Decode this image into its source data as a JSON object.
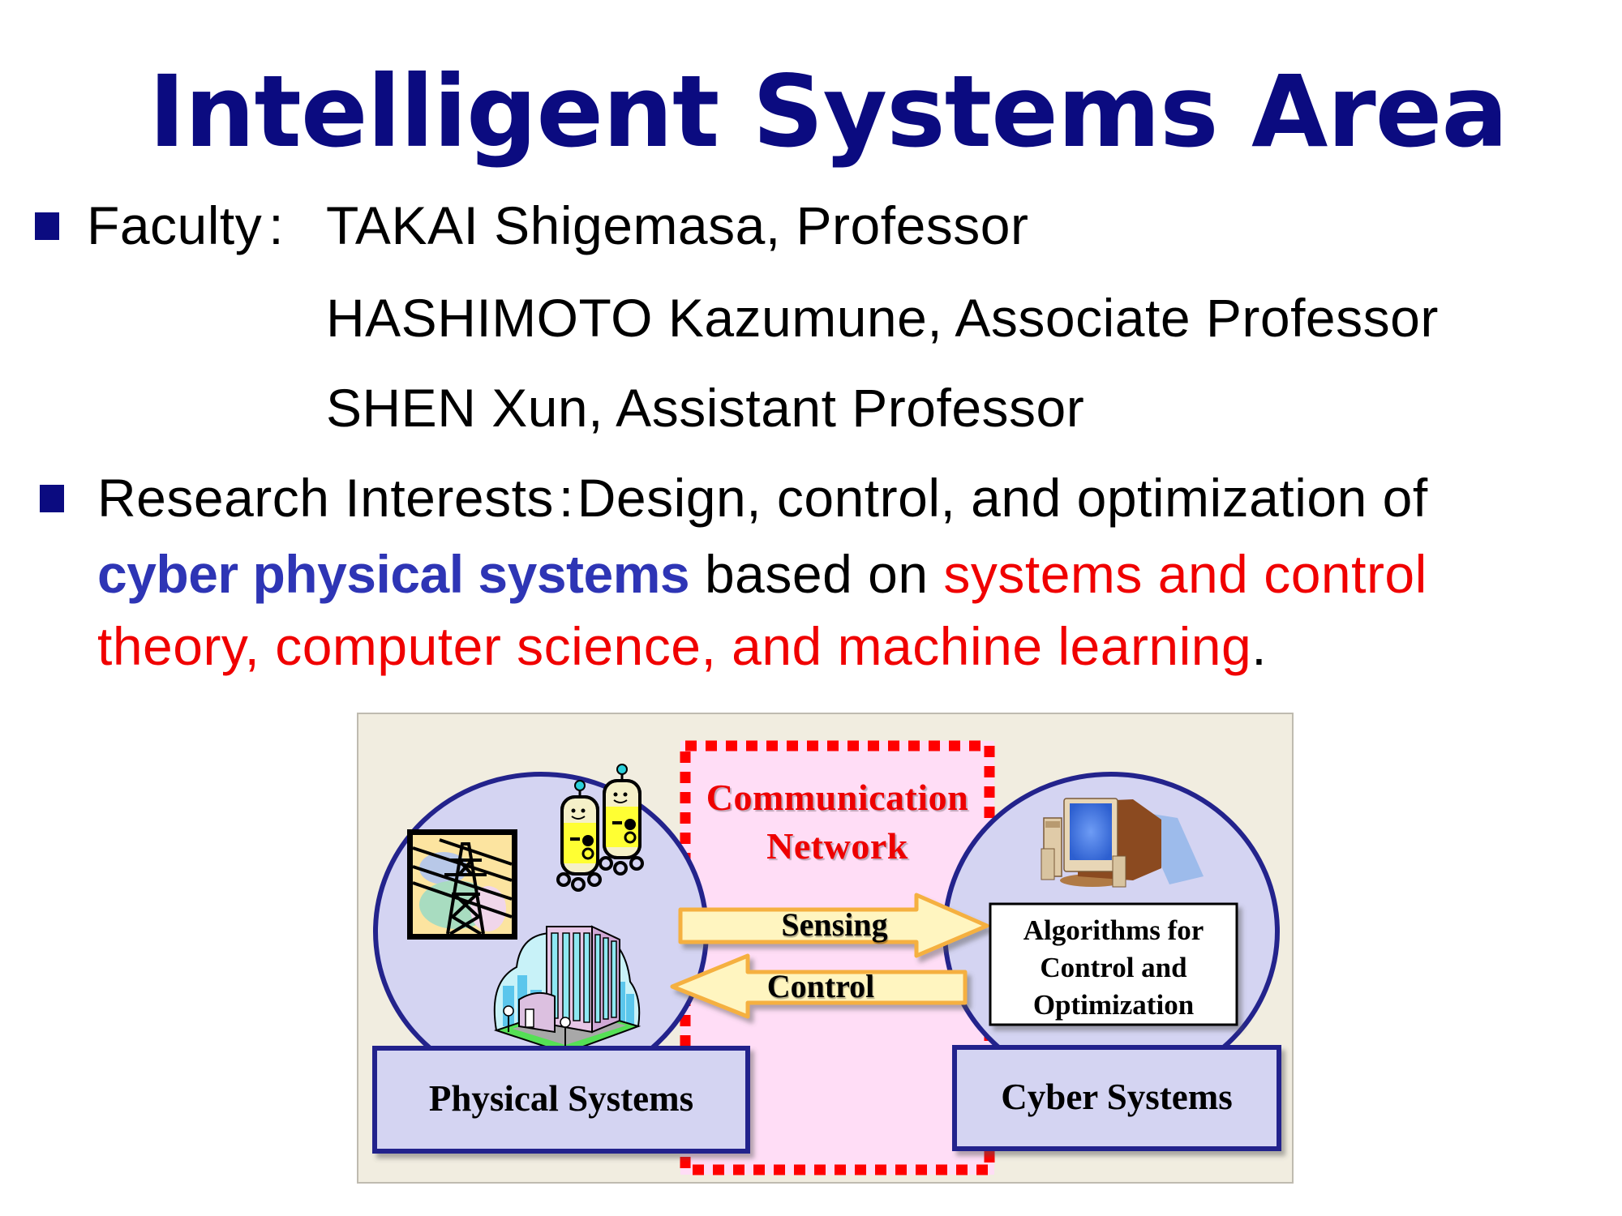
{
  "title": "Intelligent Systems Area",
  "colors": {
    "title": "#0B0B80",
    "bullet": "#0B0B80",
    "highlight_blue": "#2E35B5",
    "highlight_red": "#F00000",
    "diagram_bg": "#F1EDE0",
    "ellipse_fill": "#D4D4F2",
    "ellipse_stroke": "#23238C",
    "network_fill": "#FFDDF6",
    "network_border": "#FF0000",
    "arrow_fill": "#FFF5C0",
    "arrow_stroke": "#F5B041"
  },
  "faculty": {
    "label": "Faculty",
    "separator": ":",
    "members": [
      "TAKAI Shigemasa, Professor",
      "HASHIMOTO Kazumune, Associate Professor",
      "SHEN Xun, Assistant Professor"
    ]
  },
  "research": {
    "label": "Research Interests",
    "separator": ":",
    "line1": "Design, control, and optimization of",
    "blue_phrase": "cyber physical systems",
    "connector": " based on ",
    "red_phrase_line2": "systems and control",
    "red_phrase_line3": "theory, computer science, and machine learning",
    "end_punct": "."
  },
  "diagram": {
    "network_label_line1": "Communication",
    "network_label_line2": "Network",
    "arrow_sensing": "Sensing",
    "arrow_control": "Control",
    "algorithms_line1": "Algorithms for",
    "algorithms_line2": "Control and",
    "algorithms_line3": "Optimization",
    "physical_label": "Physical Systems",
    "cyber_label": "Cyber Systems",
    "icons": [
      "power-tower-icon",
      "robots-icon",
      "office-building-icon",
      "desktop-computer-icon"
    ]
  }
}
